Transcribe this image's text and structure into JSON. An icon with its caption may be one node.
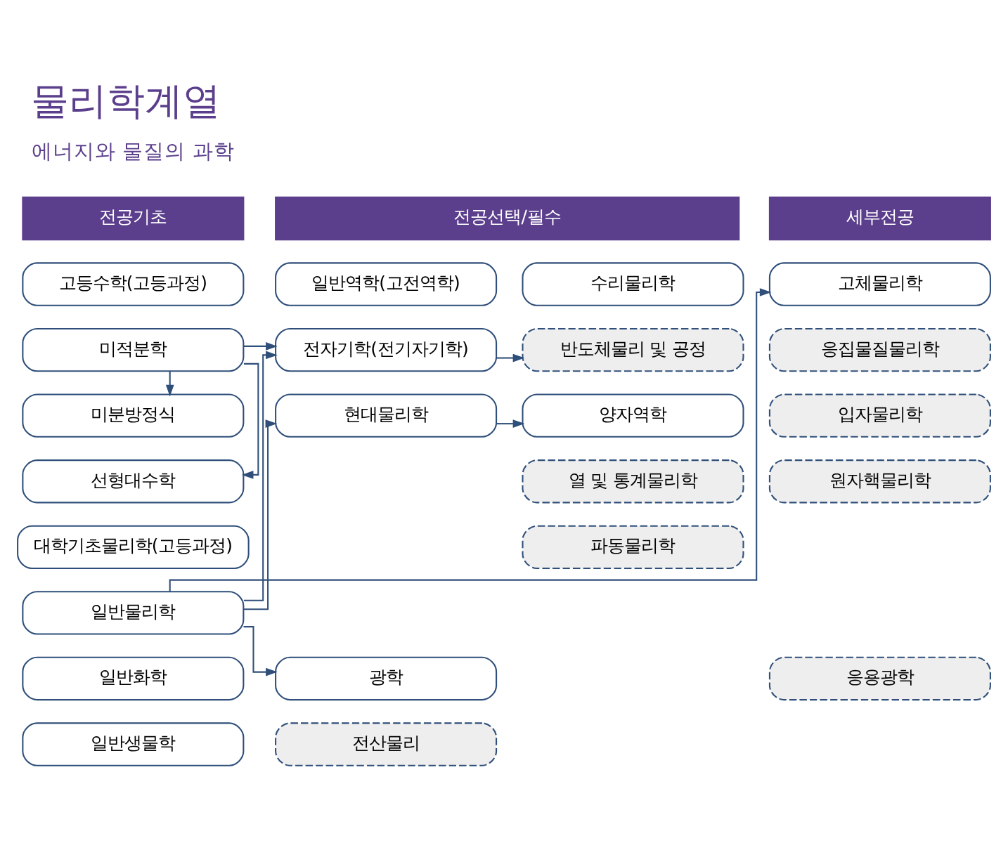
{
  "diagram": {
    "title": "물리학계열",
    "nodes": [
      {
        "text": [
          "전공기초"
        ]
      },
      {
        "text": [
          "전공선택/필수"
        ]
      },
      {
        "text": [
          "세부전공"
        ]
      },
      {
        "text": [
          "고등수학(고등과정)"
        ]
      },
      {
        "text": [
          "미적분학"
        ]
      },
      {
        "text": [
          "미분방정식"
        ]
      },
      {
        "text": [
          "선형대수학"
        ]
      },
      {
        "text": [
          "대학기초물리학(고등과정)"
        ]
      },
      {
        "text": [
          "일반물리학"
        ]
      },
      {
        "text": [
          "일반화학"
        ]
      },
      {
        "text": [
          "일반생물학"
        ]
      },
      {
        "text": [
          "일반역학(고전역학)"
        ]
      },
      {
        "text": [
          "전자기학(전기자기학)"
        ]
      },
      {
        "text": [
          "현대물리학"
        ]
      },
      {
        "text": [
          "광학"
        ]
      },
      {
        "text": [
          "전산물리"
        ]
      },
      {
        "text": [
          "수리물리학"
        ]
      },
      {
        "text": [
          "반도체물리 및 공정"
        ]
      },
      {
        "text": [
          "양자역학"
        ]
      },
      {
        "text": [
          "열 및 통계물리학"
        ]
      },
      {
        "text": [
          "파동물리학"
        ]
      },
      {
        "text": [
          "고체물리학"
        ]
      },
      {
        "text": [
          "응집물질물리학"
        ]
      },
      {
        "text": [
          "입자물리학"
        ]
      },
      {
        "text": [
          "원자핵물리학"
        ]
      },
      {
        "text": [
          "응용광학"
        ]
      }
    ],
    "edges": [
      {
        "from": 4,
        "to": 5,
        "arrow": "to"
      },
      {
        "from": 4,
        "to": 6,
        "arrow": "to"
      },
      {
        "from": 4,
        "to": 12,
        "arrow": "to"
      },
      {
        "from": 8,
        "to": 12,
        "arrow": "to"
      },
      {
        "from": 8,
        "to": 13,
        "arrow": "to"
      },
      {
        "from": 8,
        "to": 21,
        "arrow": "to"
      },
      {
        "from": 8,
        "to": 14,
        "arrow": "to"
      },
      {
        "from": 12,
        "to": 17,
        "arrow": "to"
      },
      {
        "from": 13,
        "to": 18,
        "arrow": "to"
      }
    ],
    "labels": [
      "에너지와 물질의 과학"
    ]
  }
}
